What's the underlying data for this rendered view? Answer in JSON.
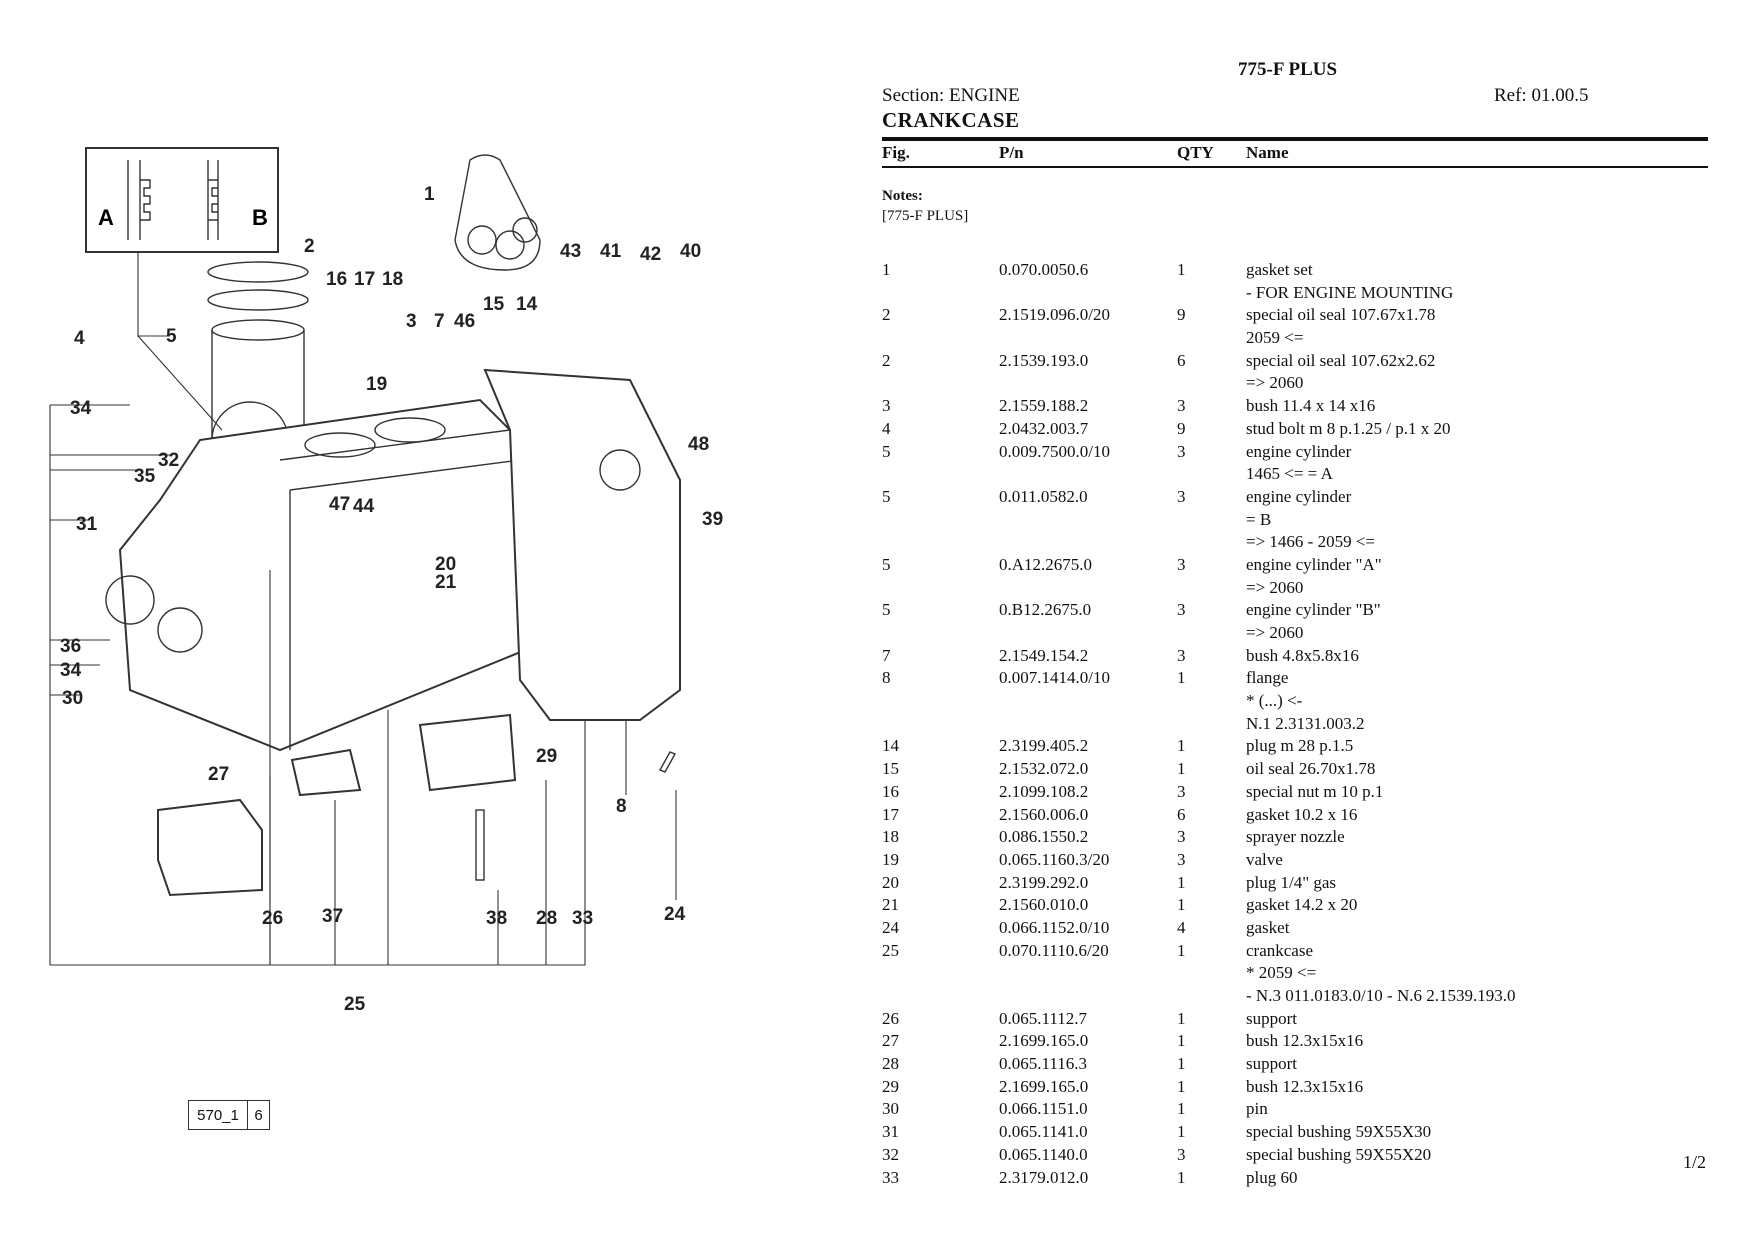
{
  "header": {
    "model": "775-F PLUS",
    "section": "Section: ENGINE",
    "ref": "Ref: 01.00.5",
    "title": "CRANKCASE"
  },
  "columns": {
    "fig": "Fig.",
    "pn": "P/n",
    "qty": "QTY",
    "name": "Name"
  },
  "notes": {
    "label": "Notes:",
    "value": "[775-F PLUS]"
  },
  "parts": [
    {
      "fig": "1",
      "pn": "0.070.0050.6",
      "qty": "1",
      "name": "gasket set",
      "sub": [
        "- FOR ENGINE MOUNTING"
      ]
    },
    {
      "fig": "2",
      "pn": "2.1519.096.0/20",
      "qty": "9",
      "name": "special oil seal 107.67x1.78",
      "sub": [
        "2059 <="
      ]
    },
    {
      "fig": "2",
      "pn": "2.1539.193.0",
      "qty": "6",
      "name": "special oil seal 107.62x2.62",
      "sub": [
        "=> 2060"
      ]
    },
    {
      "fig": "3",
      "pn": "2.1559.188.2",
      "qty": "3",
      "name": "bush 11.4 x 14 x16",
      "sub": []
    },
    {
      "fig": "4",
      "pn": "2.0432.003.7",
      "qty": "9",
      "name": "stud bolt m 8 p.1.25 / p.1 x 20",
      "sub": []
    },
    {
      "fig": "5",
      "pn": "0.009.7500.0/10",
      "qty": "3",
      "name": "engine cylinder",
      "sub": [
        "1465 <= = A"
      ]
    },
    {
      "fig": "5",
      "pn": "0.011.0582.0",
      "qty": "3",
      "name": "engine cylinder",
      "sub": [
        "= B",
        "=> 1466 - 2059 <="
      ]
    },
    {
      "fig": "5",
      "pn": "0.A12.2675.0",
      "qty": "3",
      "name": "engine cylinder \"A\"",
      "sub": [
        "=> 2060"
      ]
    },
    {
      "fig": "5",
      "pn": "0.B12.2675.0",
      "qty": "3",
      "name": "engine cylinder \"B\"",
      "sub": [
        "=> 2060"
      ]
    },
    {
      "fig": "7",
      "pn": "2.1549.154.2",
      "qty": "3",
      "name": "bush 4.8x5.8x16",
      "sub": []
    },
    {
      "fig": "8",
      "pn": "0.007.1414.0/10",
      "qty": "1",
      "name": "flange",
      "sub": [
        "* (...) <-",
        "N.1 2.3131.003.2"
      ]
    },
    {
      "fig": "14",
      "pn": "2.3199.405.2",
      "qty": "1",
      "name": "plug m 28 p.1.5",
      "sub": []
    },
    {
      "fig": "15",
      "pn": "2.1532.072.0",
      "qty": "1",
      "name": "oil seal 26.70x1.78",
      "sub": []
    },
    {
      "fig": "16",
      "pn": "2.1099.108.2",
      "qty": "3",
      "name": "special nut m 10 p.1",
      "sub": []
    },
    {
      "fig": "17",
      "pn": "2.1560.006.0",
      "qty": "6",
      "name": "gasket 10.2 x 16",
      "sub": []
    },
    {
      "fig": "18",
      "pn": "0.086.1550.2",
      "qty": "3",
      "name": "sprayer nozzle",
      "sub": []
    },
    {
      "fig": "19",
      "pn": "0.065.1160.3/20",
      "qty": "3",
      "name": "valve",
      "sub": []
    },
    {
      "fig": "20",
      "pn": "2.3199.292.0",
      "qty": "1",
      "name": "plug 1/4\" gas",
      "sub": []
    },
    {
      "fig": "21",
      "pn": "2.1560.010.0",
      "qty": "1",
      "name": "gasket 14.2 x 20",
      "sub": []
    },
    {
      "fig": "24",
      "pn": "0.066.1152.0/10",
      "qty": "4",
      "name": "gasket",
      "sub": []
    },
    {
      "fig": "25",
      "pn": "0.070.1110.6/20",
      "qty": "1",
      "name": "crankcase",
      "sub": [
        "* 2059 <=",
        "- N.3 011.0183.0/10 - N.6 2.1539.193.0"
      ]
    },
    {
      "fig": "26",
      "pn": "0.065.1112.7",
      "qty": "1",
      "name": "support",
      "sub": []
    },
    {
      "fig": "27",
      "pn": "2.1699.165.0",
      "qty": "1",
      "name": "bush 12.3x15x16",
      "sub": []
    },
    {
      "fig": "28",
      "pn": "0.065.1116.3",
      "qty": "1",
      "name": "support",
      "sub": []
    },
    {
      "fig": "29",
      "pn": "2.1699.165.0",
      "qty": "1",
      "name": "bush 12.3x15x16",
      "sub": []
    },
    {
      "fig": "30",
      "pn": "0.066.1151.0",
      "qty": "1",
      "name": "pin",
      "sub": []
    },
    {
      "fig": "31",
      "pn": "0.065.1141.0",
      "qty": "1",
      "name": "special bushing 59X55X30",
      "sub": []
    },
    {
      "fig": "32",
      "pn": "0.065.1140.0",
      "qty": "3",
      "name": "special bushing 59X55X20",
      "sub": []
    },
    {
      "fig": "33",
      "pn": "2.3179.012.0",
      "qty": "1",
      "name": "plug 60",
      "sub": []
    }
  ],
  "page": "1/2",
  "diagram": {
    "code": "570_1",
    "code_num": "6",
    "inset_labels": [
      "A",
      "B"
    ],
    "callouts": [
      "1",
      "2",
      "3",
      "4",
      "5",
      "7",
      "8",
      "14",
      "15",
      "16",
      "17",
      "18",
      "19",
      "20",
      "21",
      "24",
      "25",
      "26",
      "27",
      "28",
      "29",
      "30",
      "31",
      "32",
      "33",
      "34",
      "35",
      "36",
      "34",
      "37",
      "38",
      "39",
      "40",
      "41",
      "42",
      "43",
      "44",
      "46",
      "47",
      "48"
    ]
  }
}
